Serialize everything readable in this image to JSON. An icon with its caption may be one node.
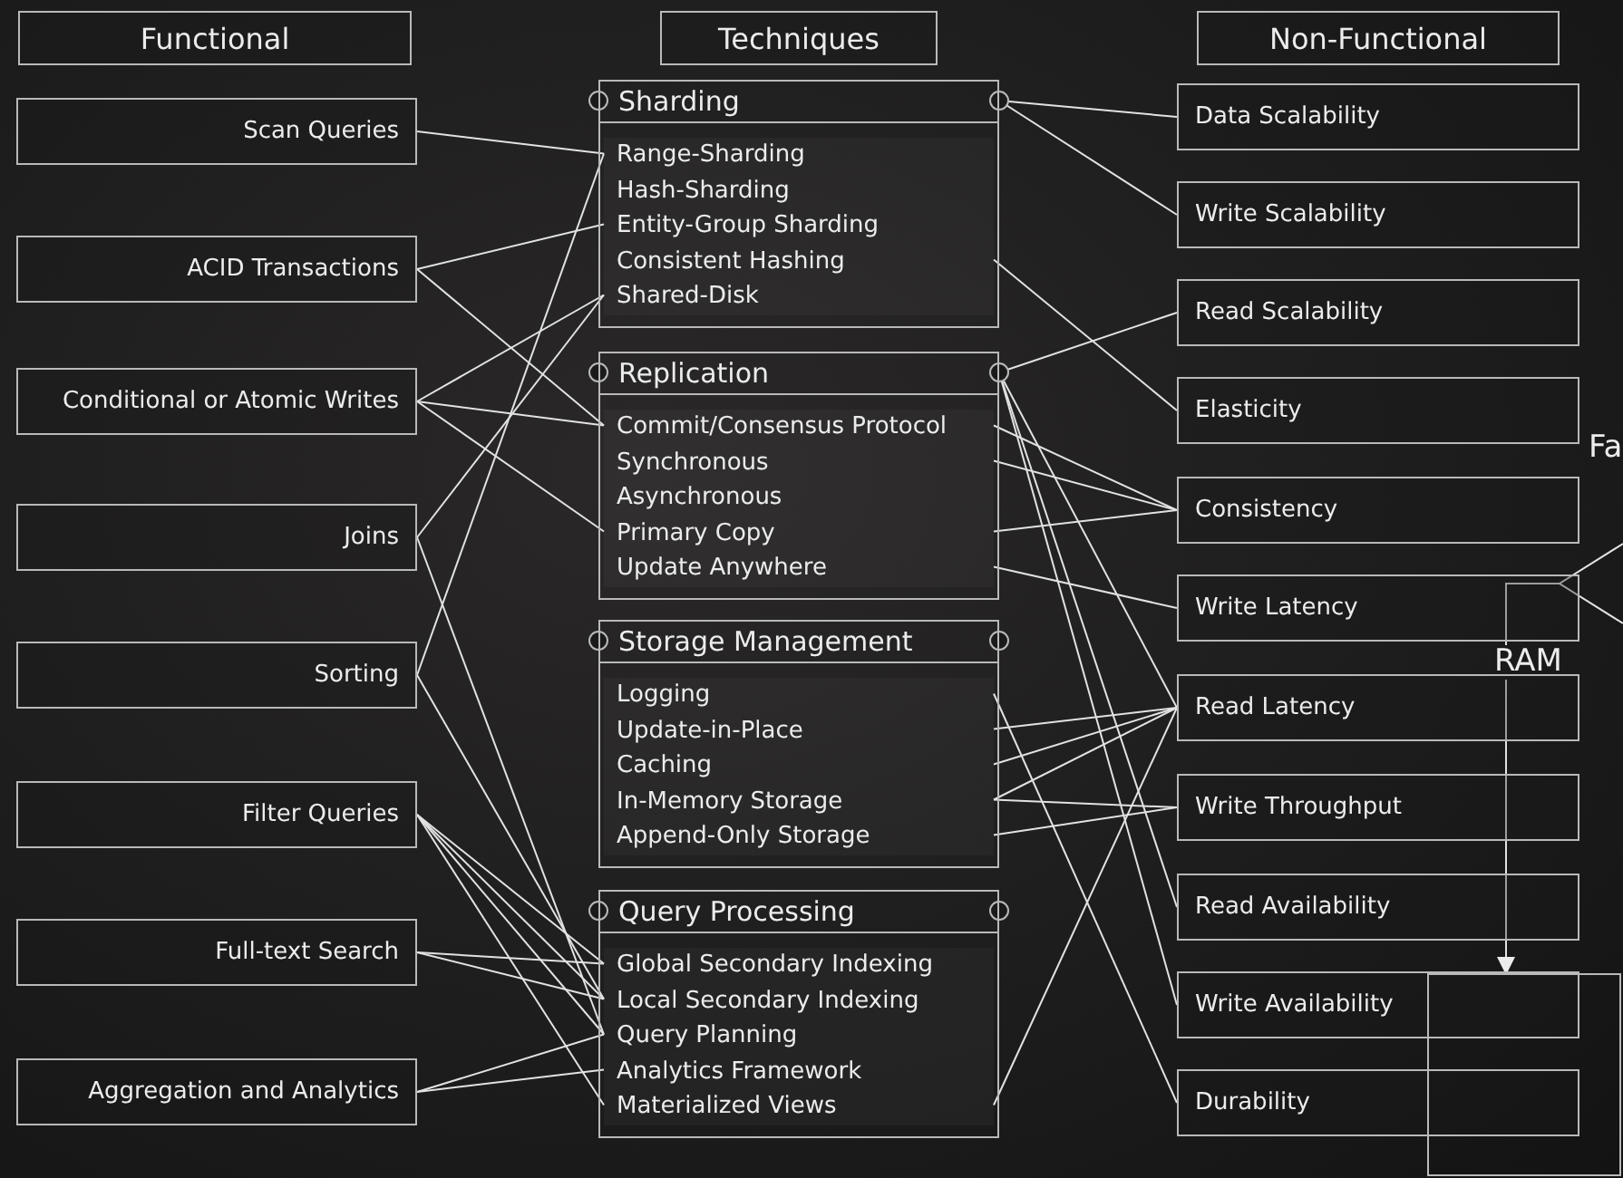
{
  "diagram": {
    "nodes": [
      {
        "text": [
          "Functional"
        ]
      },
      {
        "text": [
          "Techniques"
        ]
      },
      {
        "text": [
          "Non-Functional"
        ]
      },
      {
        "text": [
          "Scan Queries"
        ]
      },
      {
        "text": [
          "ACID Transactions"
        ]
      },
      {
        "text": [
          "Conditional or Atomic Writes"
        ]
      },
      {
        "text": [
          "Joins"
        ]
      },
      {
        "text": [
          "Sorting"
        ]
      },
      {
        "text": [
          "Filter Queries"
        ]
      },
      {
        "text": [
          "Full-text Search"
        ]
      },
      {
        "text": [
          "Aggregation and Analytics"
        ]
      },
      {
        "text": [
          "Sharding"
        ]
      },
      {
        "text": [
          "Range-Sharding"
        ],
        "in": 11
      },
      {
        "text": [
          "Hash-Sharding"
        ],
        "in": 11
      },
      {
        "text": [
          "Entity-Group Sharding"
        ],
        "in": 11
      },
      {
        "text": [
          "Consistent Hashing"
        ],
        "in": 11
      },
      {
        "text": [
          "Shared-Disk"
        ],
        "in": 11
      },
      {
        "text": [
          "Replication"
        ]
      },
      {
        "text": [
          "Commit/Consensus Protocol"
        ],
        "in": 17
      },
      {
        "text": [
          "Synchronous"
        ],
        "in": 17
      },
      {
        "text": [
          "Asynchronous"
        ],
        "in": 17
      },
      {
        "text": [
          "Primary Copy"
        ],
        "in": 17
      },
      {
        "text": [
          "Update Anywhere"
        ],
        "in": 17
      },
      {
        "text": [
          "Storage Management"
        ]
      },
      {
        "text": [
          "Logging"
        ],
        "in": 23
      },
      {
        "text": [
          "Update-in-Place"
        ],
        "in": 23
      },
      {
        "text": [
          "Caching"
        ],
        "in": 23
      },
      {
        "text": [
          "In-Memory Storage"
        ],
        "in": 23
      },
      {
        "text": [
          "Append-Only Storage"
        ],
        "in": 23
      },
      {
        "text": [
          "Query Processing"
        ]
      },
      {
        "text": [
          "Global Secondary Indexing"
        ],
        "in": 29
      },
      {
        "text": [
          "Local Secondary Indexing"
        ],
        "in": 29
      },
      {
        "text": [
          "Query Planning"
        ],
        "in": 29
      },
      {
        "text": [
          "Analytics Framework"
        ],
        "in": 29
      },
      {
        "text": [
          "Materialized Views"
        ],
        "in": 29
      },
      {
        "text": [
          "Data Scalability"
        ]
      },
      {
        "text": [
          "Write Scalability"
        ]
      },
      {
        "text": [
          "Read Scalability"
        ]
      },
      {
        "text": [
          "Elasticity"
        ]
      },
      {
        "text": [
          "Consistency"
        ]
      },
      {
        "text": [
          "Write Latency"
        ]
      },
      {
        "text": [
          "Read Latency"
        ]
      },
      {
        "text": [
          "Write Throughput"
        ]
      },
      {
        "text": [
          "Read Availability"
        ]
      },
      {
        "text": [
          "Write Availability"
        ]
      },
      {
        "text": [
          "Durability"
        ]
      },
      {
        "text": [],
        "shape": "box"
      }
    ],
    "edges": [
      {
        "from": 3,
        "to": 12,
        "arrow": "none"
      },
      {
        "from": 4,
        "to": 14,
        "arrow": "none"
      },
      {
        "from": 4,
        "to": 18,
        "arrow": "none"
      },
      {
        "from": 5,
        "to": 16,
        "arrow": "none"
      },
      {
        "from": 5,
        "to": 18,
        "arrow": "none"
      },
      {
        "from": 5,
        "to": 21,
        "arrow": "none"
      },
      {
        "from": 6,
        "to": 16,
        "arrow": "none"
      },
      {
        "from": 6,
        "to": 32,
        "arrow": "none"
      },
      {
        "from": 7,
        "to": 12,
        "arrow": "none"
      },
      {
        "from": 7,
        "to": 31,
        "arrow": "none"
      },
      {
        "from": 8,
        "to": 30,
        "arrow": "none"
      },
      {
        "from": 8,
        "to": 31,
        "arrow": "none"
      },
      {
        "from": 8,
        "to": 32,
        "arrow": "none"
      },
      {
        "from": 8,
        "to": 34,
        "arrow": "none"
      },
      {
        "from": 9,
        "to": 30,
        "arrow": "none"
      },
      {
        "from": 9,
        "to": 31,
        "arrow": "none"
      },
      {
        "from": 10,
        "to": 32,
        "arrow": "none"
      },
      {
        "from": 10,
        "to": 33,
        "arrow": "none"
      },
      {
        "from": 11,
        "to": 35,
        "arrow": "none"
      },
      {
        "from": 11,
        "to": 36,
        "arrow": "none"
      },
      {
        "from": 15,
        "to": 38,
        "arrow": "none"
      },
      {
        "from": 17,
        "to": 37,
        "arrow": "none"
      },
      {
        "from": 17,
        "to": 41,
        "arrow": "none"
      },
      {
        "from": 17,
        "to": 43,
        "arrow": "none"
      },
      {
        "from": 17,
        "to": 44,
        "arrow": "none"
      },
      {
        "from": 18,
        "to": 39,
        "arrow": "none"
      },
      {
        "from": 19,
        "to": 39,
        "arrow": "none"
      },
      {
        "from": 21,
        "to": 39,
        "arrow": "none"
      },
      {
        "from": 22,
        "to": 40,
        "arrow": "none"
      },
      {
        "from": 24,
        "to": 45,
        "arrow": "none"
      },
      {
        "from": 25,
        "to": 41,
        "arrow": "none"
      },
      {
        "from": 26,
        "to": 41,
        "arrow": "none"
      },
      {
        "from": 27,
        "to": 41,
        "arrow": "none"
      },
      {
        "from": 27,
        "to": 42,
        "arrow": "none"
      },
      {
        "from": 28,
        "to": 42,
        "arrow": "none"
      },
      {
        "from": 34,
        "to": 41,
        "arrow": "none"
      },
      {
        "from": null,
        "to": 46,
        "arrow": "to"
      }
    ],
    "labels": [
      "Fa",
      "RAM"
    ]
  }
}
